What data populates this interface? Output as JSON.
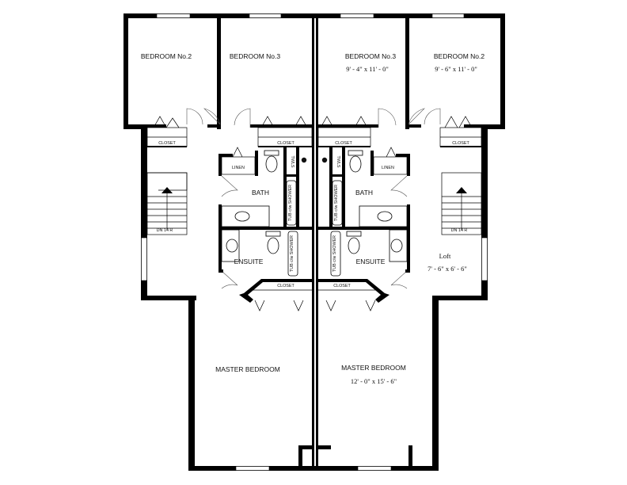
{
  "rooms": {
    "left_bedroom2": "BEDROOM No.2",
    "left_bedroom3": "BEDROOM No.3",
    "right_bedroom3": "BEDROOM No.3",
    "right_bedroom3_dim": "9' - 4\" x 11' - 0\"",
    "right_bedroom2": "BEDROOM No.2",
    "right_bedroom2_dim": "9' - 6\" x 11' - 0\"",
    "left_closet_bed2": "CLOSET",
    "left_closet_bed3": "CLOSET",
    "right_closet_bed3": "CLOSET",
    "right_closet_bed2": "CLOSET",
    "left_linen": "LINEN",
    "right_linen": "LINEN",
    "left_twls": "TWLS",
    "right_twls": "TWLS",
    "left_bath": "BATH",
    "right_bath": "BATH",
    "left_tub1": "TUB c/w SHOWER",
    "left_tub2": "TUB c/w SHOWER",
    "right_tub1": "TUB c/w SHOWER",
    "right_tub2": "TUB c/w SHOWER",
    "left_ensuite": "ENSUITE",
    "right_ensuite": "ENSUITE",
    "left_master_closet": "CLOSET",
    "right_master_closet": "CLOSET",
    "left_stair": "DN 14 R",
    "right_stair": "DN 14 R",
    "loft": "Loft",
    "loft_dim": "7' - 6\" x 6' - 6\"",
    "left_master": "MASTER BEDROOM",
    "right_master": "MASTER BEDROOM",
    "right_master_dim": "12' - 0\" x 15' - 6\""
  }
}
